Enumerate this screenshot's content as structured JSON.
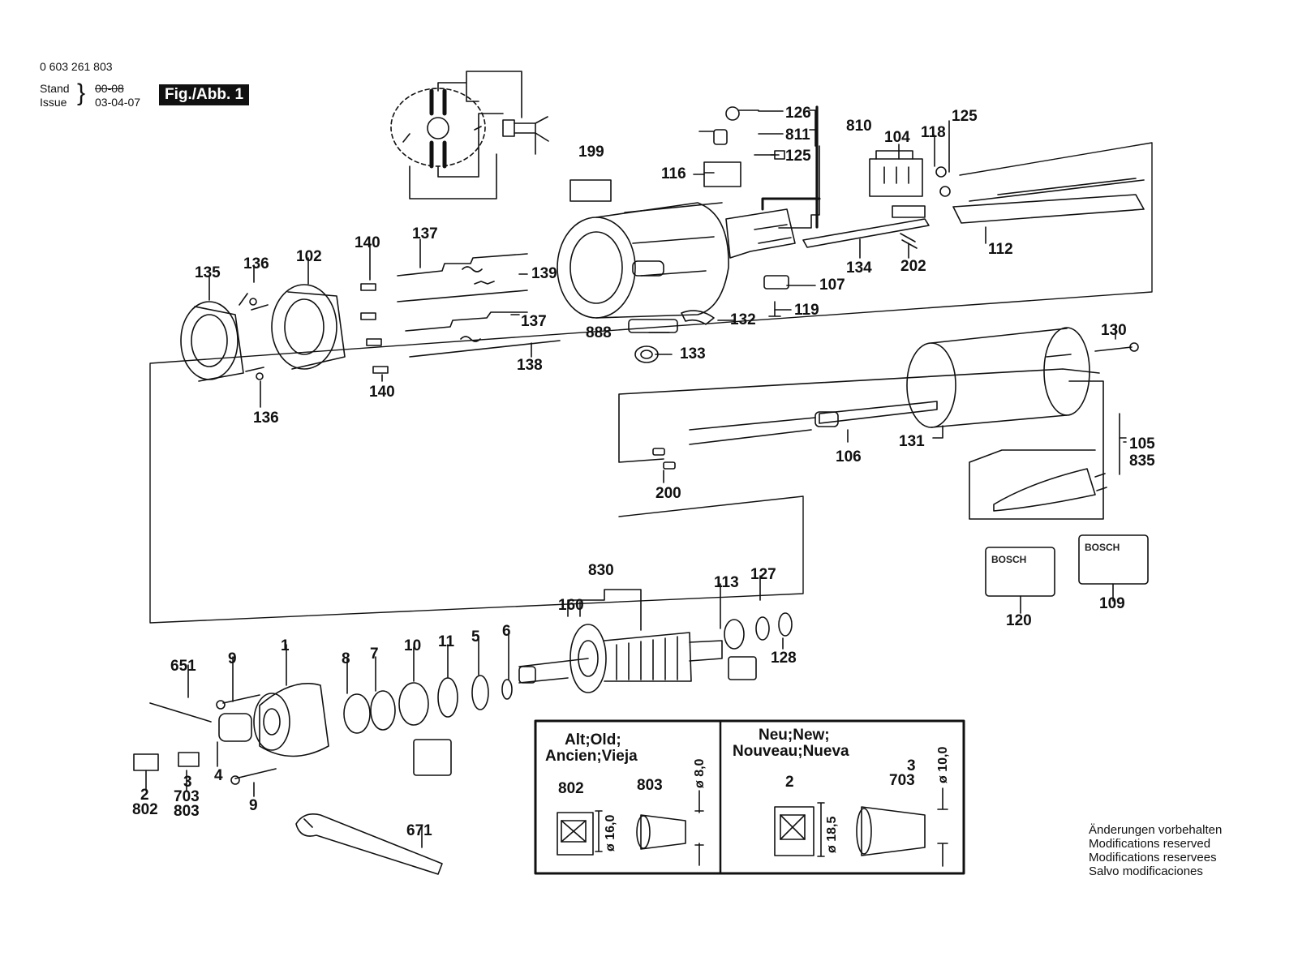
{
  "header": {
    "part_number": "0 603 261 803",
    "stand_label": "Stand",
    "issue_label": "Issue",
    "old_date": "00-08",
    "new_date": "03-04-07",
    "figure": "Fig./Abb. 1"
  },
  "labels": {
    "l126": "126",
    "l810": "810",
    "l811": "811",
    "l125a": "125",
    "l116": "116",
    "l199": "199",
    "l104": "104",
    "l118": "118",
    "l125b": "125",
    "l112": "112",
    "l134": "134",
    "l202": "202",
    "l107": "107",
    "l119": "119",
    "l132": "132",
    "l888": "888",
    "l133": "133",
    "l135": "135",
    "l136a": "136",
    "l102": "102",
    "l140a": "140",
    "l137a": "137",
    "l139": "139",
    "l137b": "137",
    "l138": "138",
    "l140b": "140",
    "l136b": "136",
    "l130": "130",
    "l131": "131",
    "l106": "106",
    "l105": "105",
    "l835": "835",
    "l200": "200",
    "l120": "120",
    "l109": "109",
    "l830": "830",
    "l160": "160",
    "l113": "113",
    "l127": "127",
    "l128": "128",
    "l651": "651",
    "l9a": "9",
    "l1": "1",
    "l8": "8",
    "l7": "7",
    "l10": "10",
    "l11": "11",
    "l5": "5",
    "l6": "6",
    "l2": "2",
    "l802": "802",
    "l3": "3",
    "l703": "703",
    "l803": "803",
    "l4": "4",
    "l9b": "9",
    "l671": "671"
  },
  "brand_plates": {
    "left": "BOSCH",
    "right": "BOSCH"
  },
  "inset": {
    "old_title_1": "Alt;Old;",
    "old_title_2": "Ancien;Vieja",
    "new_title_1": "Neu;New;",
    "new_title_2": "Nouveau;Nueva",
    "old_part_a": "802",
    "old_part_b": "803",
    "old_dim_a": "ø 16,0",
    "old_dim_b": "ø 8,0",
    "new_part_a": "2",
    "new_part_b_top": "3",
    "new_part_b": "703",
    "new_dim_a": "ø 18,5",
    "new_dim_b": "ø 10,0"
  },
  "notes": {
    "de": "Änderungen vorbehalten",
    "en": "Modifications reserved",
    "fr": "Modifications reservees",
    "es": "Salvo modificaciones"
  }
}
